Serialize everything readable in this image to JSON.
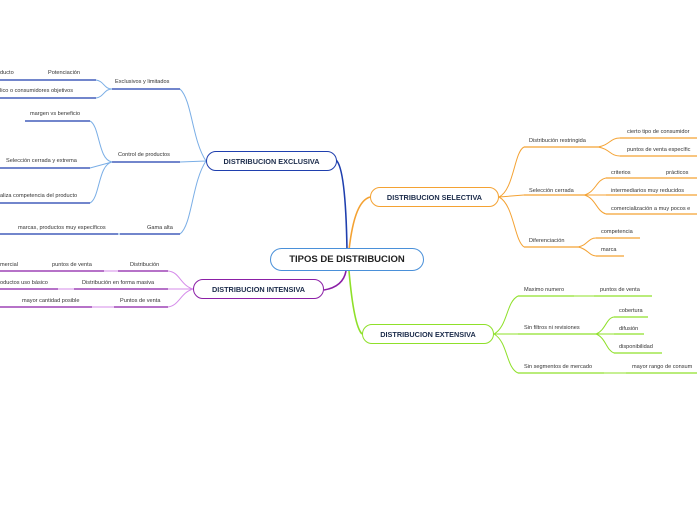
{
  "central": "TIPOS DE DISTRIBUCION",
  "colors": {
    "exclusiva": "#1f3fae",
    "selectiva": "#f4a233",
    "intensiva": "#8b1fa6",
    "extensiva": "#8fe02a",
    "central": "#4a90d9"
  },
  "exclusiva": {
    "title": "DISTRIBUCION EXCLUSIVA",
    "b1": "Exclusivos y limitados",
    "b1a": "ducto",
    "b1b": "Potenciación",
    "b1c": "lico o consumidores objetivos",
    "b2": "Control de productos",
    "b2a": "margen vs beneficio",
    "b2b": "Selección cerrada y extrema",
    "b2c": "aliza competencia del producto",
    "b3": "Gama alta",
    "b3a": "marcas, productos muy específicos"
  },
  "selectiva": {
    "title": "DISTRIBUCION SELECTIVA",
    "b1": "Distribución restringida",
    "b1a": "cierto tipo de consumidor",
    "b1b": "puntos de venta específic",
    "b2": "Selección cerrada",
    "b2a": "criterios",
    "b2a1": "prácticos",
    "b2b": "intermediarios muy reducidos",
    "b2c": "comercialización a muy pocos e",
    "b3": "Diferenciación",
    "b3a": "competencia",
    "b3b": "marca"
  },
  "intensiva": {
    "title": "DISTRIBUCION INTENSIVA",
    "b1": "Distribución",
    "b1a": "puntos de venta",
    "b1b": "mercial",
    "b2": "Distribución en forma masiva",
    "b2a": "oductos uso básico",
    "b3": "Puntos de venta",
    "b3a": "mayor cantidad posible"
  },
  "extensiva": {
    "title": "DISTRIBUCION EXTENSIVA",
    "b1": "Maximo numero",
    "b1a": "puntos de venta",
    "b2": "Sin filtros ni revisiones",
    "b2a": "cobertura",
    "b2b": "difusión",
    "b2c": "disponibilidad",
    "b3": "Sin segmentos de mercado",
    "b3a": "mayor rango de consum"
  }
}
